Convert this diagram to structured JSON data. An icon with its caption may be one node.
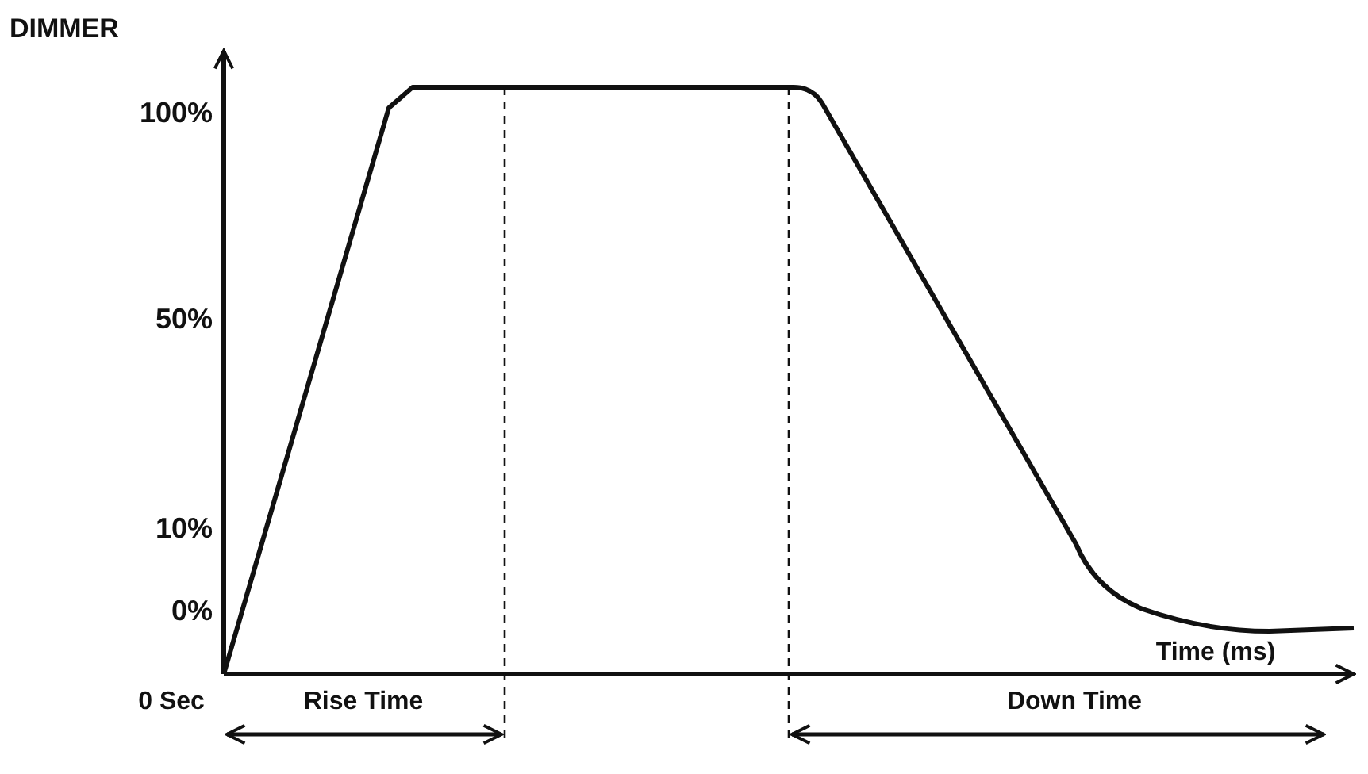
{
  "diagram": {
    "labels": [
      "DIMMER",
      "100%",
      "50%",
      "10%",
      "0%",
      "Time (ms)",
      "0 Sec",
      "Rise Time",
      "Down Time"
    ]
  }
}
